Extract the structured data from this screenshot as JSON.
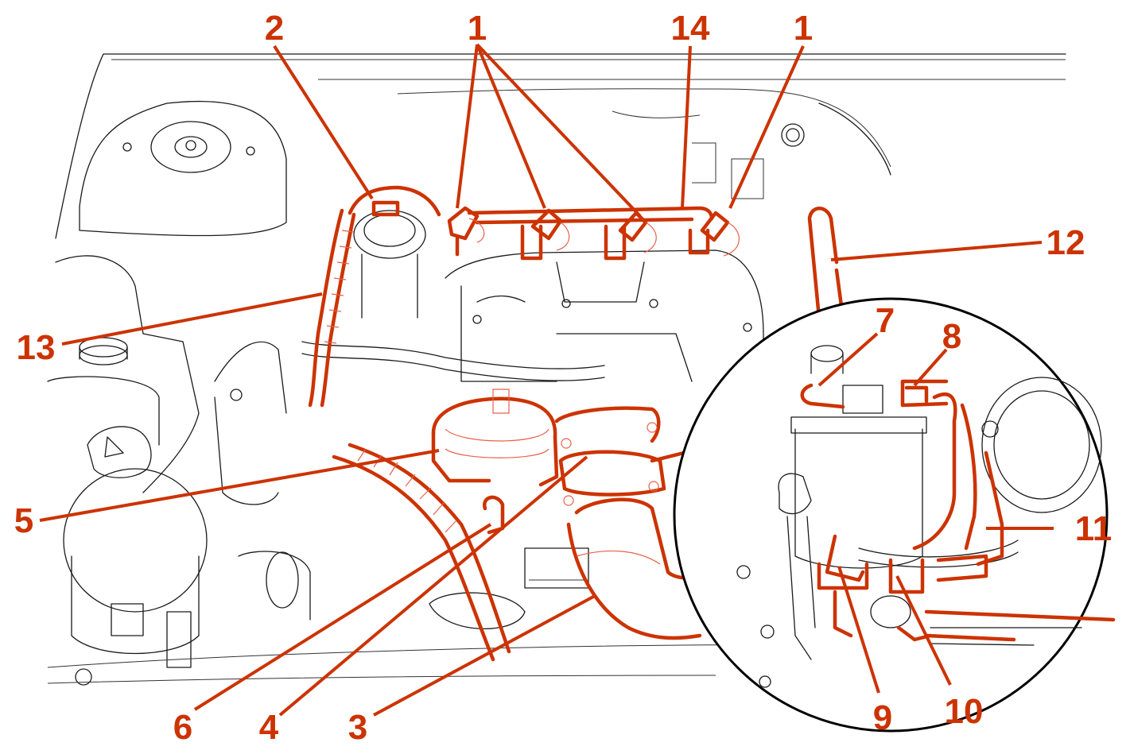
{
  "figure": {
    "type": "engine compartment component diagram",
    "highlight_color": "#cc3300",
    "line_color": "#1a1a1a",
    "background": "#ffffff"
  },
  "callouts": [
    {
      "id": "c1a",
      "label": "1",
      "refers_to": "fuel injectors (cylinders 1-3)"
    },
    {
      "id": "c1b",
      "label": "1",
      "refers_to": "fuel injector (cylinder 4)"
    },
    {
      "id": "c2",
      "label": "2",
      "refers_to": "fuel return connector"
    },
    {
      "id": "c3",
      "label": "3",
      "refers_to": "intake air hose"
    },
    {
      "id": "c4",
      "label": "4",
      "refers_to": "intake manifold flange"
    },
    {
      "id": "c5",
      "label": "5",
      "refers_to": "fuel filter housing"
    },
    {
      "id": "c6",
      "label": "6",
      "refers_to": "hose clamp"
    },
    {
      "id": "c7",
      "label": "7",
      "refers_to": "filter inlet connector"
    },
    {
      "id": "c8",
      "label": "8",
      "refers_to": "filter outlet connector"
    },
    {
      "id": "c9",
      "label": "9",
      "refers_to": "filter bottom fitting"
    },
    {
      "id": "c10",
      "label": "10",
      "refers_to": "drain fitting"
    },
    {
      "id": "c11",
      "label": "11",
      "refers_to": "fuel line"
    },
    {
      "id": "c12",
      "label": "12",
      "refers_to": "fuel pipe"
    },
    {
      "id": "c13",
      "label": "13",
      "refers_to": "corrugated fuel hose"
    },
    {
      "id": "c14",
      "label": "14",
      "refers_to": "injector leak-off return rail"
    }
  ],
  "inset": {
    "kind": "magnified detail circle",
    "contains_callouts": [
      "7",
      "8",
      "9",
      "10",
      "11"
    ]
  }
}
